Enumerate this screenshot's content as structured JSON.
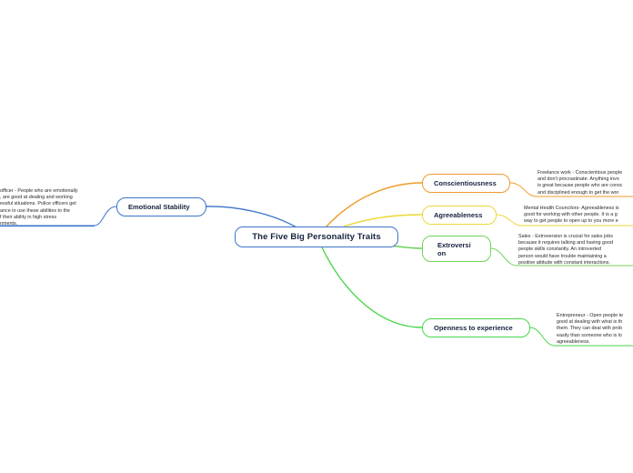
{
  "central": {
    "label": "The Five Big Personality Traits"
  },
  "branches": [
    {
      "id": "emotional",
      "label": "Emotional Stability",
      "color": "#3b74c9",
      "note": "officer - People who are emotionally\n, are good at dealing and working\nessful situations. Police officers get\nance to use these abilities to the\nf their ability in high stress\nnments."
    },
    {
      "id": "conscientiousness",
      "label": "Conscientiousness",
      "color": "#f09a2a",
      "note": "Freelance work - Conscientious people\nand don't procrastinate. Anything invo\nis great because people who are consc\nand disciplined enough to get the wor"
    },
    {
      "id": "agreeableness",
      "label": "Agreeableness",
      "color": "#ecd83a",
      "note": "Mental Health Councilors- Agreeableness is\ngood for working with other people. It is a g\nway to get people to open up to you more e"
    },
    {
      "id": "extroversion",
      "label": "Extroversi\non",
      "color": "#6fd35a",
      "note": "Sales - Extroversion is crucial for sales jobs\nbecause it requires talking and having good\npeople skills constantly. An introverted\nperson would have trouble maintaining a\npositive attitude with constant interactions."
    },
    {
      "id": "openness",
      "label": "Openness to experience",
      "color": "#47d64a",
      "note": "Entrepreneur - Open people te\ngood at dealing with what is th\nthem. They can deal with prob\neasily than someone who is lo\nagreeableness."
    }
  ]
}
